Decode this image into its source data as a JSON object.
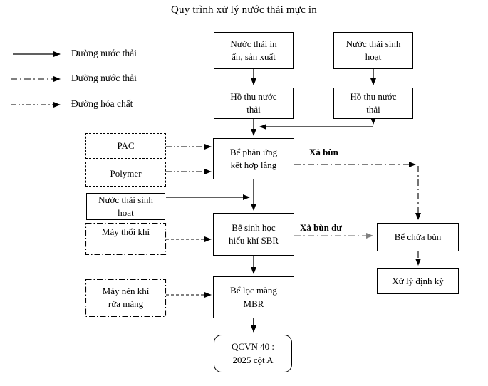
{
  "title": "Quy trình xử lý nước thải mực in",
  "colors": {
    "line": "#000000",
    "excess_sludge_line": "#808080",
    "background": "#ffffff"
  },
  "legend": {
    "items": [
      {
        "label": "Đường nước thải",
        "style": "solid"
      },
      {
        "label": "Đường nước thải",
        "style": "dash-dot"
      },
      {
        "label": "Đường hóa chất",
        "style": "dash-dot-dot"
      }
    ]
  },
  "nodes": {
    "in_production": {
      "label": "Nước thải in\nấn, sản xuất"
    },
    "domestic_top": {
      "label": "Nước thải sinh\nhoạt"
    },
    "collection_left": {
      "label": "Hồ thu nước\nthải"
    },
    "collection_right": {
      "label": "Hồ thu nước\nthải"
    },
    "pac": {
      "label": "PAC"
    },
    "polymer": {
      "label": "Polymer"
    },
    "reaction": {
      "label": "Bể phản ứng\nkết hợp lắng"
    },
    "domestic_left": {
      "label": "Nước thải sinh\nhoat"
    },
    "blower": {
      "label": "Máy thổi khí"
    },
    "sbr": {
      "label": "Bể sinh học\nhiếu khí SBR"
    },
    "sludge_tank": {
      "label": "Bể chứa bùn"
    },
    "periodic": {
      "label": "Xử lý định kỳ"
    },
    "compressor": {
      "label": "Máy nén khí\nrửa màng"
    },
    "mbr": {
      "label": "Bể lọc màng\nMBR"
    },
    "qcvn": {
      "label": "QCVN 40 :\n2025 cột A"
    }
  },
  "edge_labels": {
    "sludge_discharge": "Xả bùn",
    "excess_sludge": "Xả bùn dư"
  }
}
